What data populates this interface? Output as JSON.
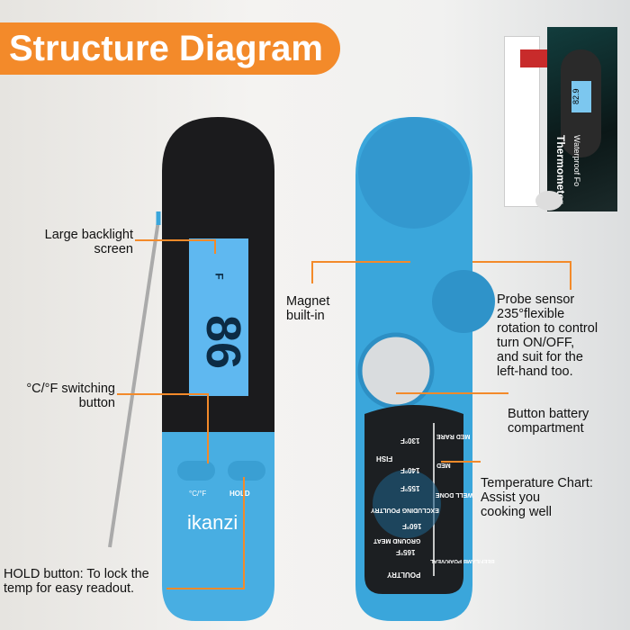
{
  "title": "Structure Diagram",
  "display": {
    "value": "86",
    "unit": "F"
  },
  "buttons": {
    "unit_switch": "°C/°F",
    "hold": "HOLD"
  },
  "brand": "ikanzi",
  "labels": {
    "backlight": [
      "Large backlight",
      "screen"
    ],
    "switch": [
      "°C/°F switching",
      "button"
    ],
    "hold": [
      "HOLD button: To lock the",
      "temp for easy readout."
    ],
    "magnet": [
      "Magnet",
      "built-in"
    ],
    "probe": [
      "Probe sensor",
      "235°flexible",
      "rotation to control",
      "turn ON/OFF,",
      "and suit for the",
      "left-hand too."
    ],
    "battery": [
      "Button battery",
      "compartment"
    ],
    "chart": [
      "Temperature Chart:",
      "Assist you",
      "cooking well"
    ]
  },
  "temp_chart": [
    {
      "temp": "130°F",
      "food": "",
      "doneness": "MED RARE"
    },
    {
      "temp": "140°F",
      "food": "FISH",
      "doneness": "MED"
    },
    {
      "temp": "155°F",
      "food": "",
      "doneness": "WELL DONE"
    },
    {
      "temp": "160°F",
      "food": "EXCLUDING POULTRY",
      "doneness": ""
    },
    {
      "temp": "165°F",
      "food": "GROUND MEAT",
      "doneness": "BEEF/LAMB POAK/VEAL"
    },
    {
      "temp": "",
      "food": "POULTRY",
      "doneness": ""
    }
  ],
  "package": {
    "title": "Thermometer",
    "subtitle": "Waterproof Fo",
    "display": "82.9"
  },
  "colors": {
    "accent": "#f38a2a",
    "blue": "#3aa6db",
    "screen": "#5fb8f0"
  }
}
